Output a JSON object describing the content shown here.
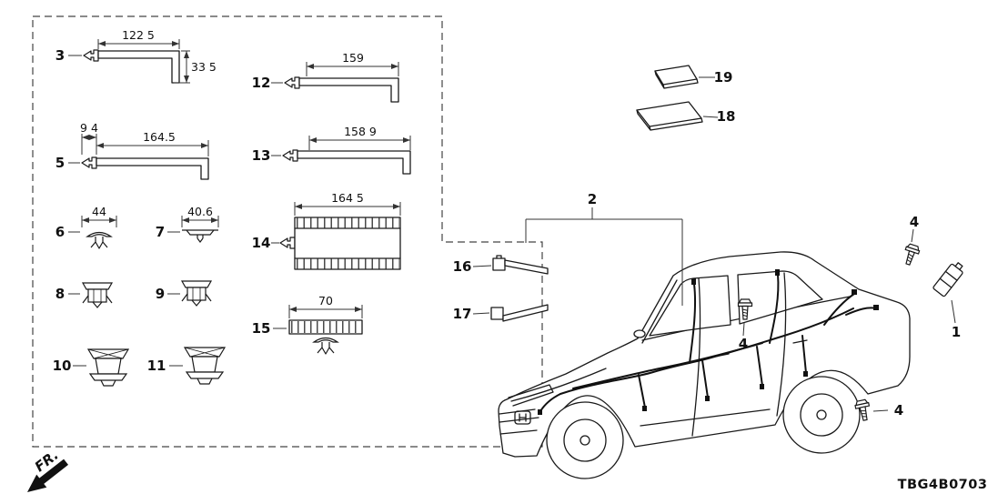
{
  "diagram": {
    "code": "TBG4B0703",
    "fr_label": "FR.",
    "line_color": "#1a1a1a"
  },
  "parts": {
    "p1": {
      "label": "1"
    },
    "p2": {
      "label": "2"
    },
    "p3": {
      "label": "3",
      "dim_width": "122 5",
      "dim_height": "33 5"
    },
    "p4": {
      "label": "4"
    },
    "p5": {
      "label": "5",
      "dim_clip": "9 4",
      "dim_length": "164.5"
    },
    "p6": {
      "label": "6",
      "dim": "44"
    },
    "p7": {
      "label": "7",
      "dim": "40.6"
    },
    "p8": {
      "label": "8"
    },
    "p9": {
      "label": "9"
    },
    "p10": {
      "label": "10"
    },
    "p11": {
      "label": "11"
    },
    "p12": {
      "label": "12",
      "dim": "159"
    },
    "p13": {
      "label": "13",
      "dim": "158 9"
    },
    "p14": {
      "label": "14",
      "dim": "164 5"
    },
    "p15": {
      "label": "15",
      "dim": "70"
    },
    "p16": {
      "label": "16"
    },
    "p17": {
      "label": "17"
    },
    "p18": {
      "label": "18"
    },
    "p19": {
      "label": "19"
    }
  }
}
